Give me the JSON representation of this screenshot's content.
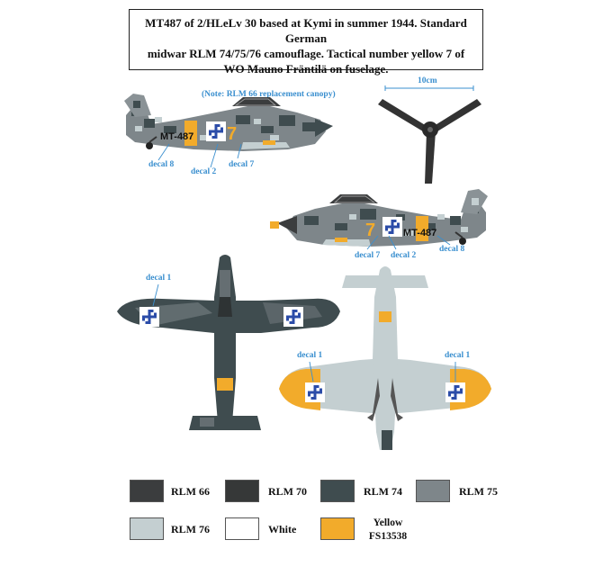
{
  "caption": {
    "line1": "MT487 of 2/HLeLv 30 based at Kymi in summer 1944. Standard German",
    "line2": "midwar RLM 74/75/76 camouflage. Tactical number yellow 7 of",
    "line3": "WO Mauno Fräntilä on fuselage."
  },
  "note": "(Note: RLM 66 replacement canopy)",
  "scale_label": "10cm",
  "decals": {
    "d8_left": "decal 8",
    "d2_left": "decal 2",
    "d7_left": "decal 7",
    "d7_right": "decal 7",
    "d2_right": "decal 2",
    "d8_right": "decal 8",
    "d1_top": "decal 1",
    "d1_bottom_left": "decal 1",
    "d1_bottom_right": "decal 1"
  },
  "fuselage_code": "MT-487",
  "tactical_number": "7",
  "colors": {
    "rlm66": "#3b3d3e",
    "rlm70": "#363838",
    "rlm74": "#3f4c4f",
    "rlm75": "#7e868a",
    "rlm76": "#c4cfd1",
    "white": "#ffffff",
    "yellow": "#f2ab2b",
    "roundel_blue": "#2b4ca8",
    "label_blue": "#3a8fcf"
  },
  "legend": [
    {
      "label": "RLM 66",
      "color": "#3b3d3e"
    },
    {
      "label": "RLM 70",
      "color": "#363838"
    },
    {
      "label": "RLM 74",
      "color": "#3f4c4f"
    },
    {
      "label": "RLM 75",
      "color": "#7e868a"
    },
    {
      "label": "RLM 76",
      "color": "#c4cfd1"
    },
    {
      "label": "White",
      "color": "#ffffff"
    },
    {
      "label": "Yellow",
      "label2": "FS13538",
      "color": "#f2ab2b"
    }
  ]
}
